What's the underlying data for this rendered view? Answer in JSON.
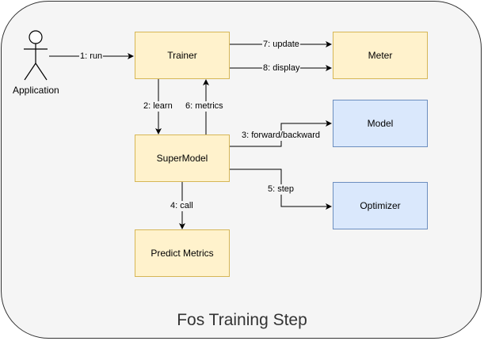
{
  "title": "Fos Training Step",
  "actor": {
    "label": "Application",
    "icon": "stick-figure-actor-icon"
  },
  "nodes": {
    "trainer": "Trainer",
    "meter": "Meter",
    "model": "Model",
    "supermodel": "SuperModel",
    "optimizer": "Optimizer",
    "predict_metrics": "Predict Metrics"
  },
  "edges": {
    "run": "1: run",
    "learn": "2: learn",
    "forward_backward": "3: forward/backward",
    "call": "4: call",
    "step": "5: step",
    "metrics": "6: metrics",
    "update": "7: update",
    "display": "8: display"
  },
  "colors": {
    "yellow_fill": "#fff2cc",
    "yellow_stroke": "#d6b656",
    "blue_fill": "#dae8fc",
    "blue_stroke": "#6c8ebf",
    "background": "#f5f5f5"
  }
}
